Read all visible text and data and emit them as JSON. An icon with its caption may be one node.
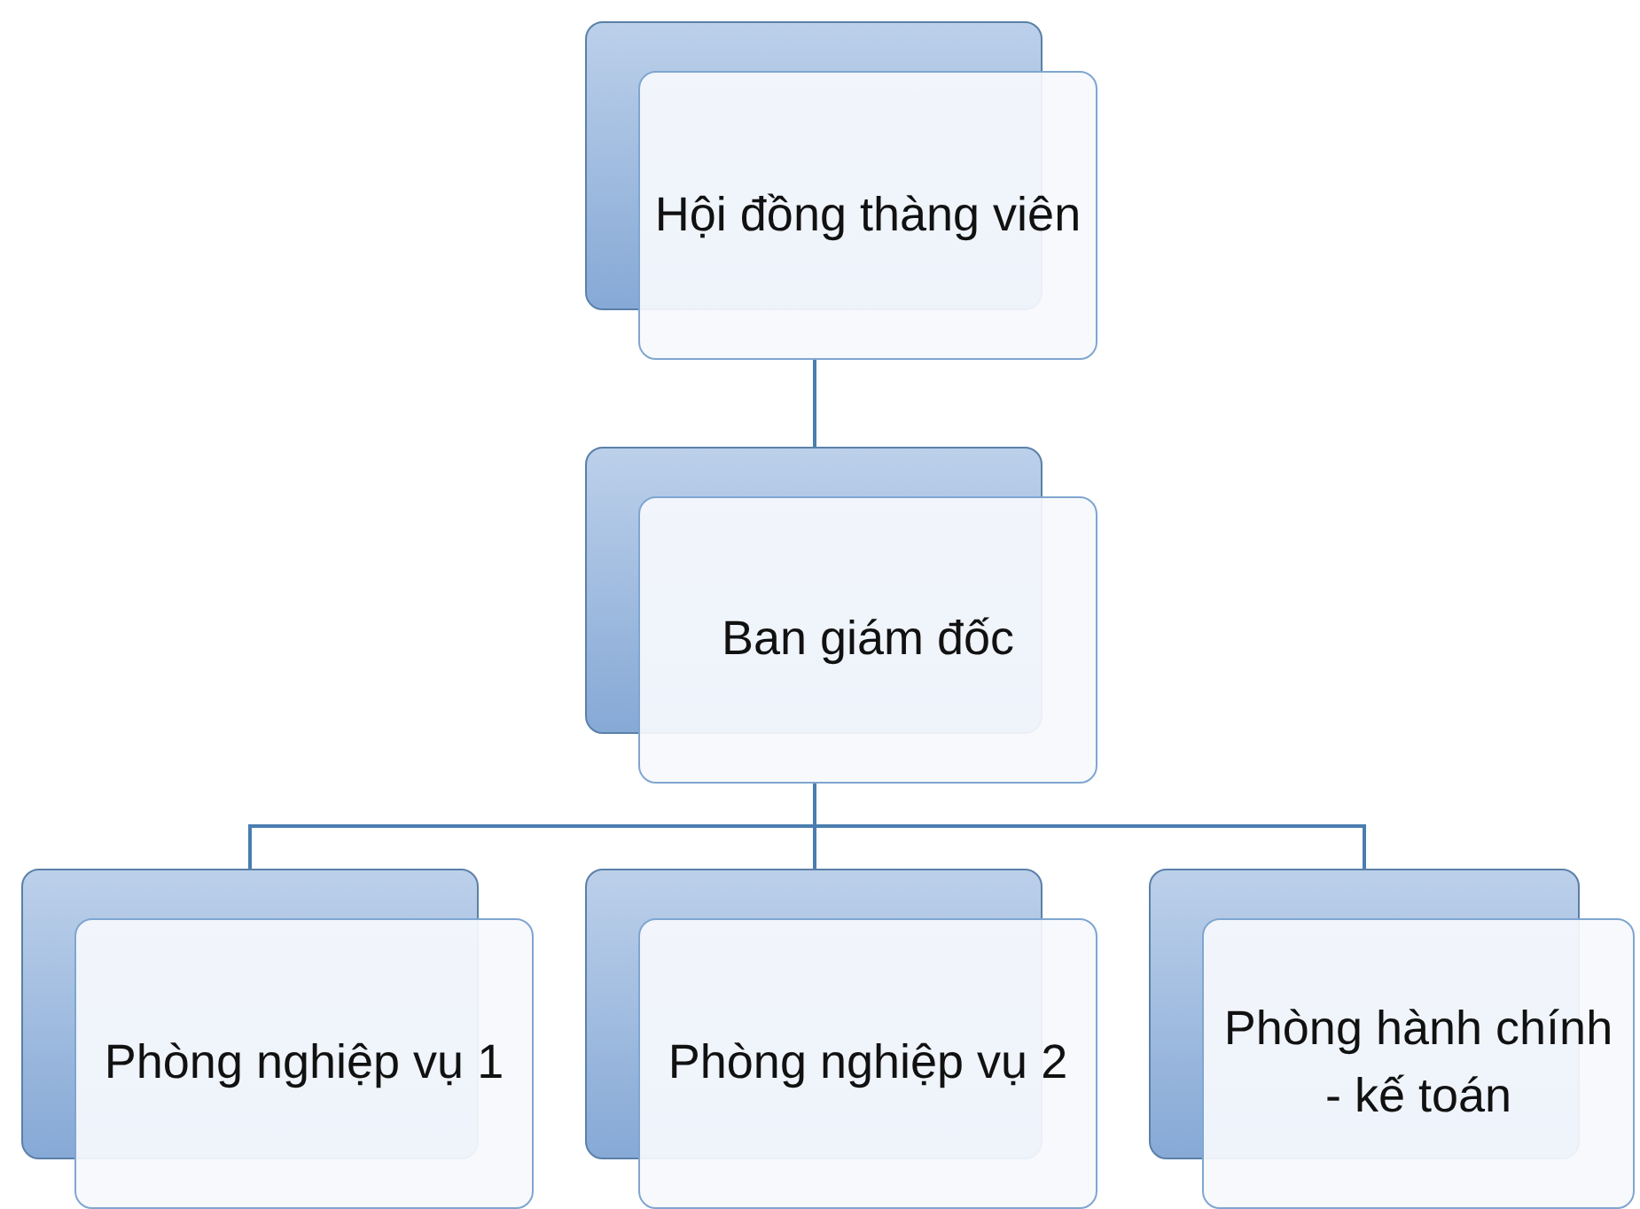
{
  "diagram": {
    "nodes": [
      {
        "text": [
          "Hội đồng thàng viên"
        ]
      },
      {
        "text": [
          "Ban giám đốc"
        ]
      },
      {
        "text": [
          "Phòng nghiệp vụ 1"
        ]
      },
      {
        "text": [
          "Phòng nghiệp vụ 2"
        ]
      },
      {
        "text": [
          "Phòng hành chính - kế toán"
        ]
      }
    ],
    "edges": [
      {
        "from": 0,
        "to": 1,
        "arrow": "none"
      },
      {
        "from": 1,
        "to": 2,
        "arrow": "none"
      },
      {
        "from": 1,
        "to": 3,
        "arrow": "none"
      },
      {
        "from": 1,
        "to": 4,
        "arrow": "none"
      }
    ]
  }
}
